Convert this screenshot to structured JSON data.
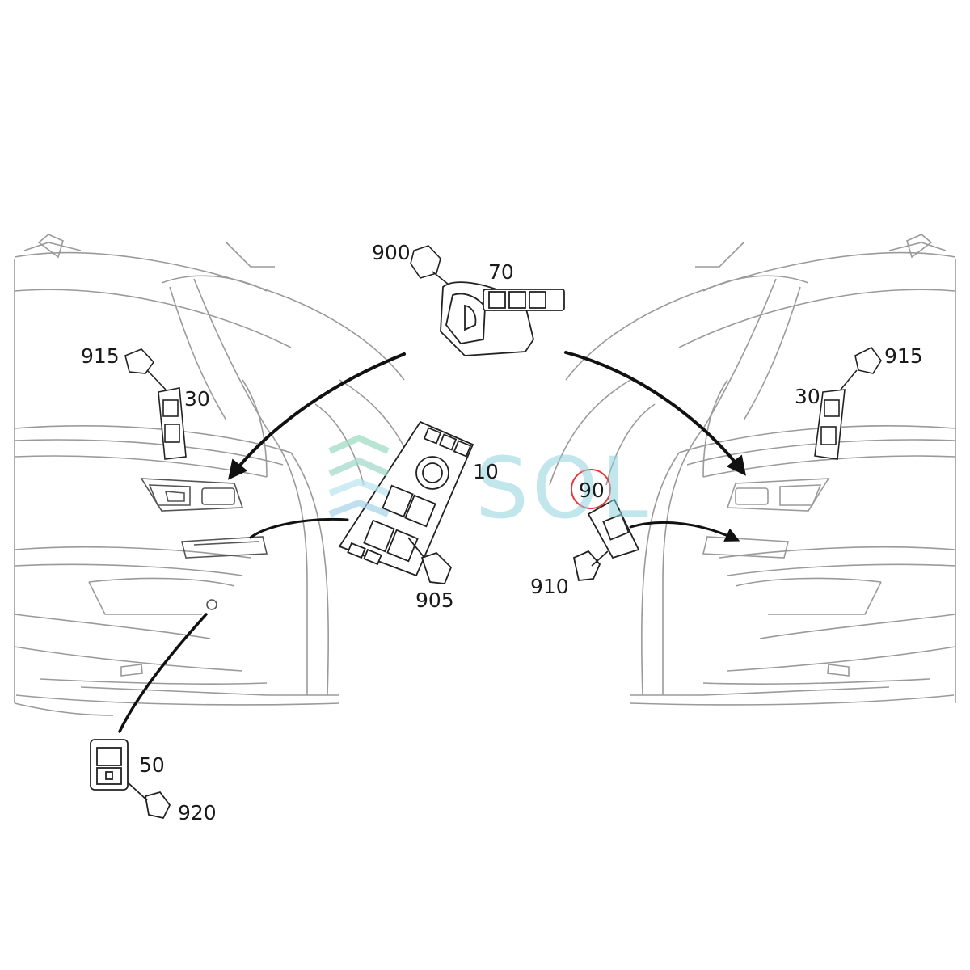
{
  "watermark": {
    "text": "SOL"
  },
  "colors": {
    "line": "#8a8a8a",
    "ink": "#1a1a1a",
    "highlight": "#e23b3b",
    "watermark": "#8fd4de"
  },
  "callouts": {
    "c900": "900",
    "c70": "70",
    "c915_left": "915",
    "c30_left": "30",
    "c915_right": "915",
    "c30_right": "30",
    "c10": "10",
    "c90": "90",
    "c910": "910",
    "c905": "905",
    "c50": "50",
    "c920": "920"
  },
  "highlighted_part": "90"
}
